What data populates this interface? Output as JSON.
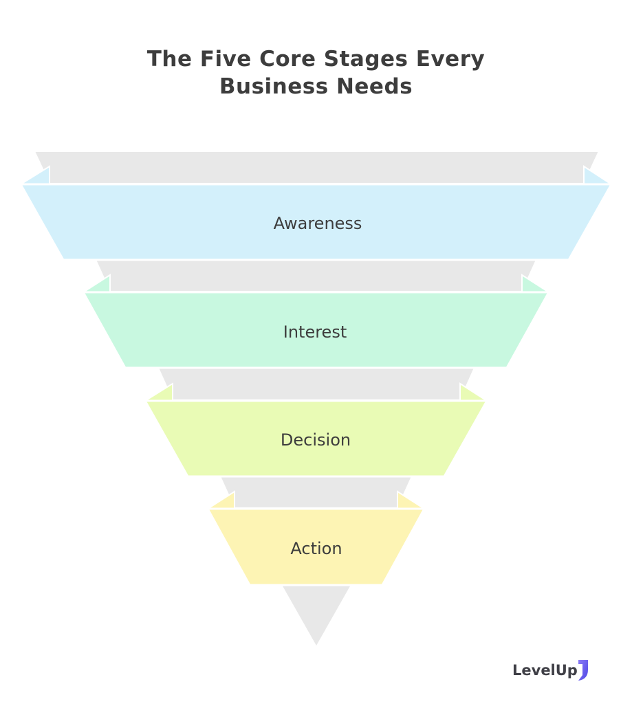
{
  "title_lines": [
    "The Five Core Stages Every",
    "Business Needs"
  ],
  "stages": [
    {
      "label": "Awareness",
      "color": "#d3f0fb"
    },
    {
      "label": "Interest",
      "color": "#c8f8e0"
    },
    {
      "label": "Decision",
      "color": "#e9fbb5"
    },
    {
      "label": "Action",
      "color": "#fdf4b4"
    }
  ],
  "gray_color": "#e8e8e8",
  "logo": {
    "text": "LevelUp",
    "icon": "levelup-logo-mark"
  }
}
